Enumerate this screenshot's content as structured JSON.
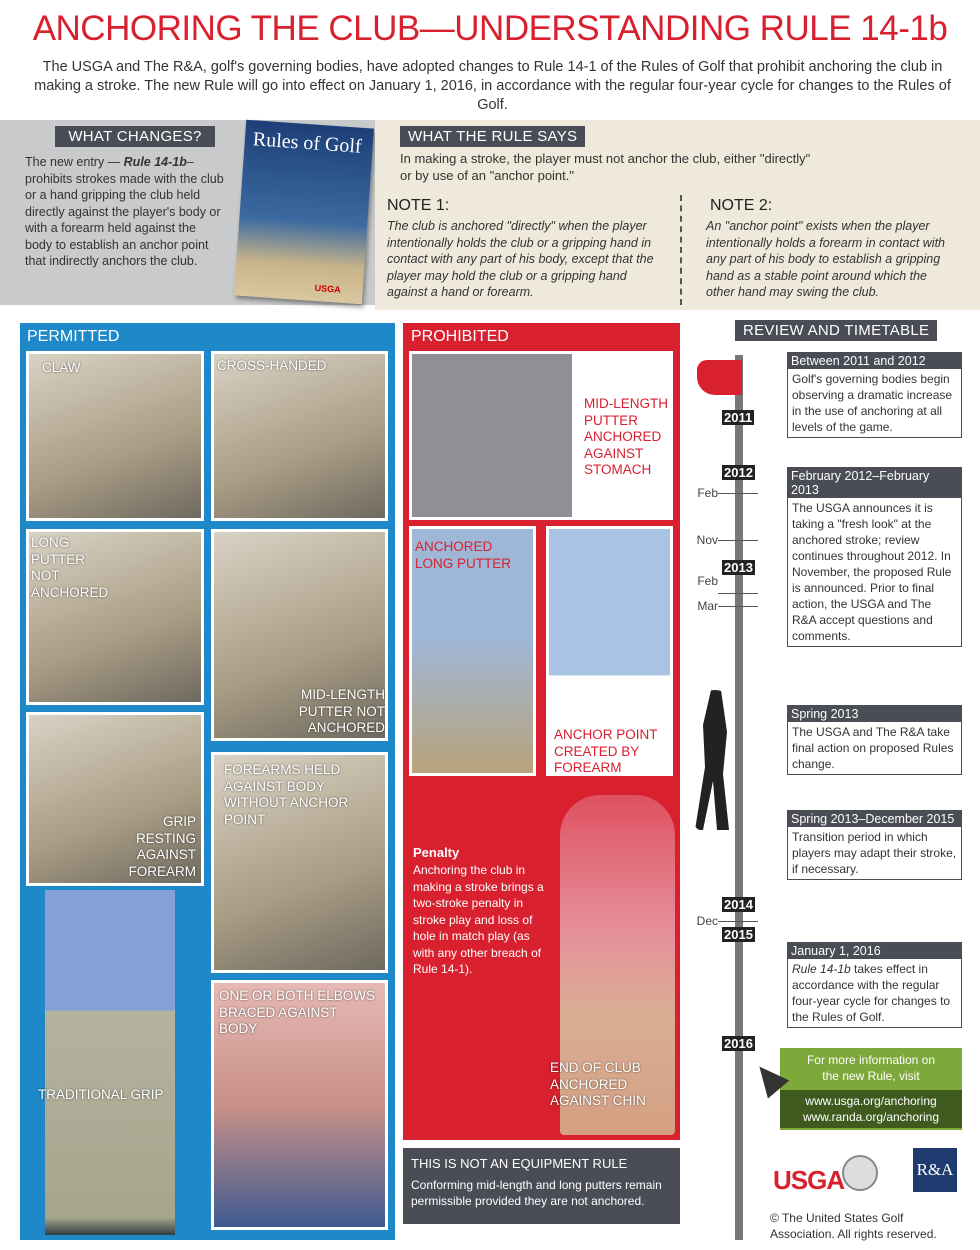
{
  "title": "ANCHORING THE CLUB—UNDERSTANDING RULE 14-1b",
  "intro": "The USGA and The R&A, golf's governing bodies, have adopted changes to Rule 14-1 of the Rules of Golf that prohibit anchoring the club in making a stroke. The new Rule will go into effect on January 1, 2016, in accordance with the regular four-year cycle for changes to the Rules of Golf.",
  "what_changes": {
    "heading": "WHAT CHANGES?",
    "pre": "The new entry — ",
    "rule": "Rule 14-1b",
    "post": "– prohibits strokes made with the club or a hand gripping the club held directly against the player's body or with a forearm held against the body to establish an anchor point that indirectly anchors the club."
  },
  "book": {
    "title": "Rules of Golf",
    "logo": "USGA"
  },
  "rule_says": {
    "heading": "WHAT THE RULE SAYS",
    "text": "In making a stroke, the player must not anchor the club, either \"directly\" or by use of an \"anchor point.\"",
    "note1_title": "NOTE 1:",
    "note1": "The club is anchored \"directly\" when the player intentionally holds the club or a gripping hand in contact with any part of his body, except that the player may hold the club or a gripping hand against a hand or forearm.",
    "note2_title": "NOTE 2:",
    "note2": "An \"anchor point\" exists when the player intentionally holds a forearm in contact with any part of his body to establish a gripping hand as a stable point around which the other hand may swing the club."
  },
  "permitted": {
    "heading": "PERMITTED",
    "items": [
      "CLAW",
      "CROSS-HANDED",
      "LONG PUTTER NOT ANCHORED",
      "MID-LENGTH PUTTER NOT ANCHORED",
      "GRIP RESTING AGAINST FOREARM",
      "FOREARMS HELD AGAINST BODY WITHOUT ANCHOR POINT",
      "TRADITIONAL GRIP",
      "ONE OR BOTH ELBOWS BRACED AGAINST BODY"
    ]
  },
  "prohibited": {
    "heading": "PROHIBITED",
    "items": [
      "MID-LENGTH PUTTER ANCHORED AGAINST STOMACH",
      "ANCHORED LONG PUTTER",
      "ANCHOR POINT CREATED BY FOREARM",
      "END OF CLUB ANCHORED AGAINST CHIN"
    ],
    "penalty_title": "Penalty",
    "penalty": "Anchoring the club in making a stroke brings a two-stroke penalty in stroke play and loss of hole in match play (as with any other breach of Rule 14-1)."
  },
  "equipment": {
    "heading": "THIS IS NOT AN EQUIPMENT RULE",
    "text": "Conforming mid-length and long putters remain permissible provided they are not anchored."
  },
  "timeline": {
    "heading": "REVIEW AND TIMETABLE",
    "years": [
      "2011",
      "2012",
      "2013",
      "2014",
      "2015",
      "2016"
    ],
    "months": [
      "Feb",
      "Nov",
      "Feb",
      "Mar",
      "Dec"
    ],
    "events": [
      {
        "title": "Between 2011 and 2012",
        "text": "Golf's governing bodies begin observing a dramatic increase in the use of anchoring at all levels of the game."
      },
      {
        "title": "February 2012–February 2013",
        "text": "The USGA announces it is taking a \"fresh look\" at the anchored stroke; review continues throughout 2012. In November, the proposed Rule is announced. Prior to final action, the USGA and The R&A accept questions and comments."
      },
      {
        "title": "Spring 2013",
        "text": "The USGA and The R&A take final action on proposed Rules change."
      },
      {
        "title": "Spring 2013–December 2015",
        "text": "Transition period in which players may adapt their stroke, if necessary."
      },
      {
        "title": "January 1, 2016",
        "text_it": "Rule 14-1b",
        "text": " takes effect in accordance with the regular four-year cycle for changes to the Rules of Golf."
      }
    ]
  },
  "more_info": {
    "text": "For more information on the new Rule, visit",
    "links": [
      "www.usga.org/anchoring",
      "www.randa.org/anchoring"
    ]
  },
  "logos": {
    "usga": "USGA",
    "randa": "R&A"
  },
  "copyright": "© The United States Golf Association. All rights reserved.",
  "colors": {
    "red": "#d8202f",
    "blue": "#1e88c8",
    "dark": "#4a4d55",
    "green": "#7da83a"
  }
}
